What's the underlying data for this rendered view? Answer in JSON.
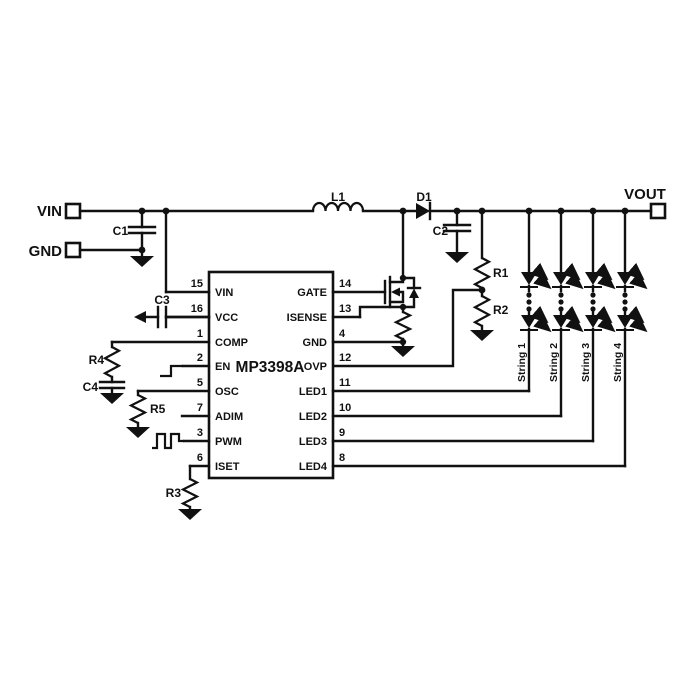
{
  "terminals": {
    "vin": "VIN",
    "gnd": "GND",
    "vout": "VOUT"
  },
  "components": {
    "c1": "C1",
    "c2": "C2",
    "c3": "C3",
    "c4": "C4",
    "r1": "R1",
    "r2": "R2",
    "r3": "R3",
    "r4": "R4",
    "r5": "R5",
    "l1": "L1",
    "d1": "D1"
  },
  "ic": {
    "name": "MP3398A",
    "left_pins": [
      {
        "num": "15",
        "label": "VIN"
      },
      {
        "num": "16",
        "label": "VCC"
      },
      {
        "num": "1",
        "label": "COMP"
      },
      {
        "num": "2",
        "label": "EN"
      },
      {
        "num": "5",
        "label": "OSC"
      },
      {
        "num": "7",
        "label": "ADIM"
      },
      {
        "num": "3",
        "label": "PWM"
      },
      {
        "num": "6",
        "label": "ISET"
      }
    ],
    "right_pins": [
      {
        "num": "14",
        "label": "GATE"
      },
      {
        "num": "13",
        "label": "ISENSE"
      },
      {
        "num": "4",
        "label": "GND"
      },
      {
        "num": "12",
        "label": "OVP"
      },
      {
        "num": "11",
        "label": "LED1"
      },
      {
        "num": "10",
        "label": "LED2"
      },
      {
        "num": "9",
        "label": "LED3"
      },
      {
        "num": "8",
        "label": "LED4"
      }
    ]
  },
  "led_strings": [
    "String 1",
    "String 2",
    "String 3",
    "String 4"
  ],
  "colors": {
    "ink": "#111111",
    "background": "#ffffff"
  }
}
